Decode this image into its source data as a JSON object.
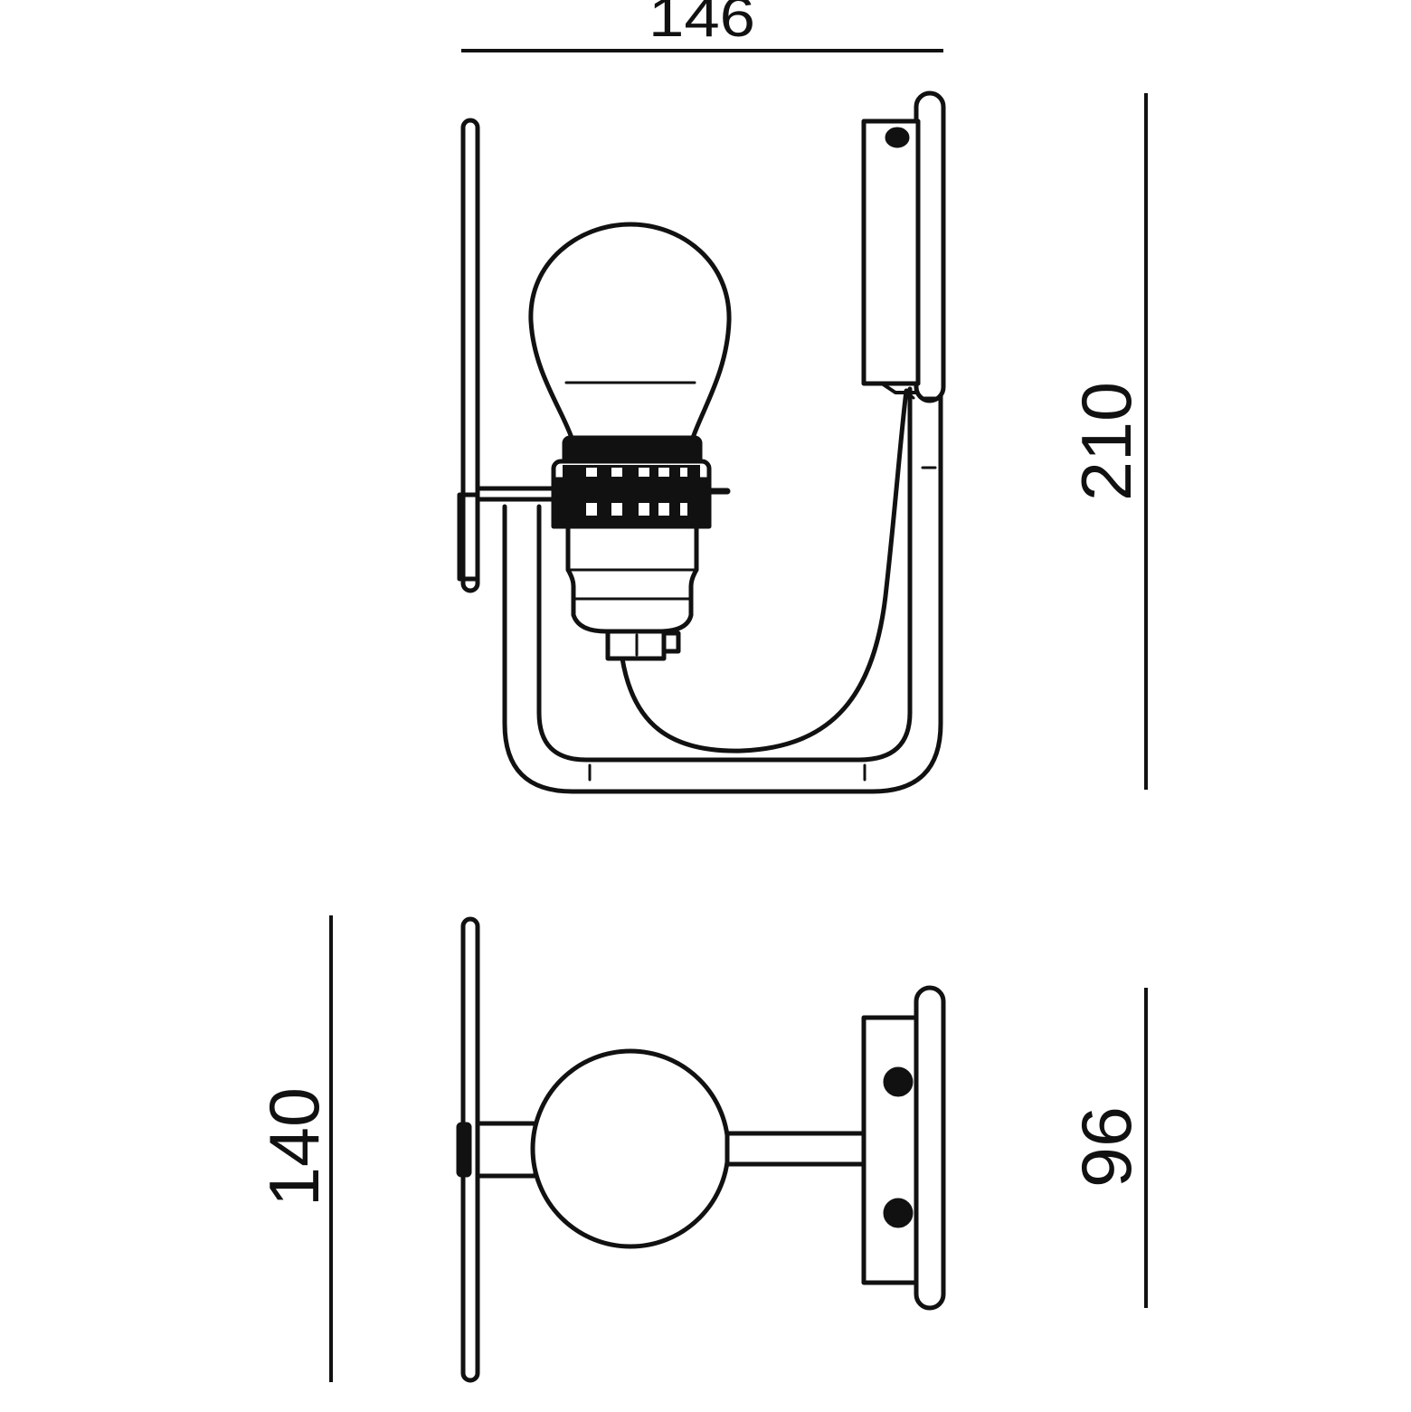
{
  "dimensions": {
    "width_label": "146",
    "height_label": "210",
    "depth_label": "140",
    "plate_label": "96"
  },
  "colors": {
    "line": "#111111",
    "background": "#ffffff"
  }
}
